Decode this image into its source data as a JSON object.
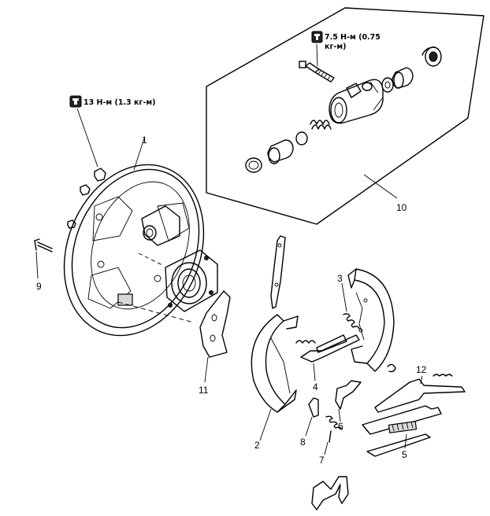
{
  "torque_specs": {
    "spec1": "13 Н-м (1.3 кг-м)",
    "spec2_line1": "7.5 Н-м (0.75",
    "spec2_line2": "кг-м)"
  },
  "callouts": {
    "c1": "1",
    "c2": "2",
    "c3": "3",
    "c4": "4",
    "c5": "5",
    "c6": "6",
    "c7": "7",
    "c8": "8",
    "c9": "9",
    "c10": "10",
    "c11": "11",
    "c12": "12"
  },
  "icons": {
    "torque": "torque-wrench-icon"
  }
}
